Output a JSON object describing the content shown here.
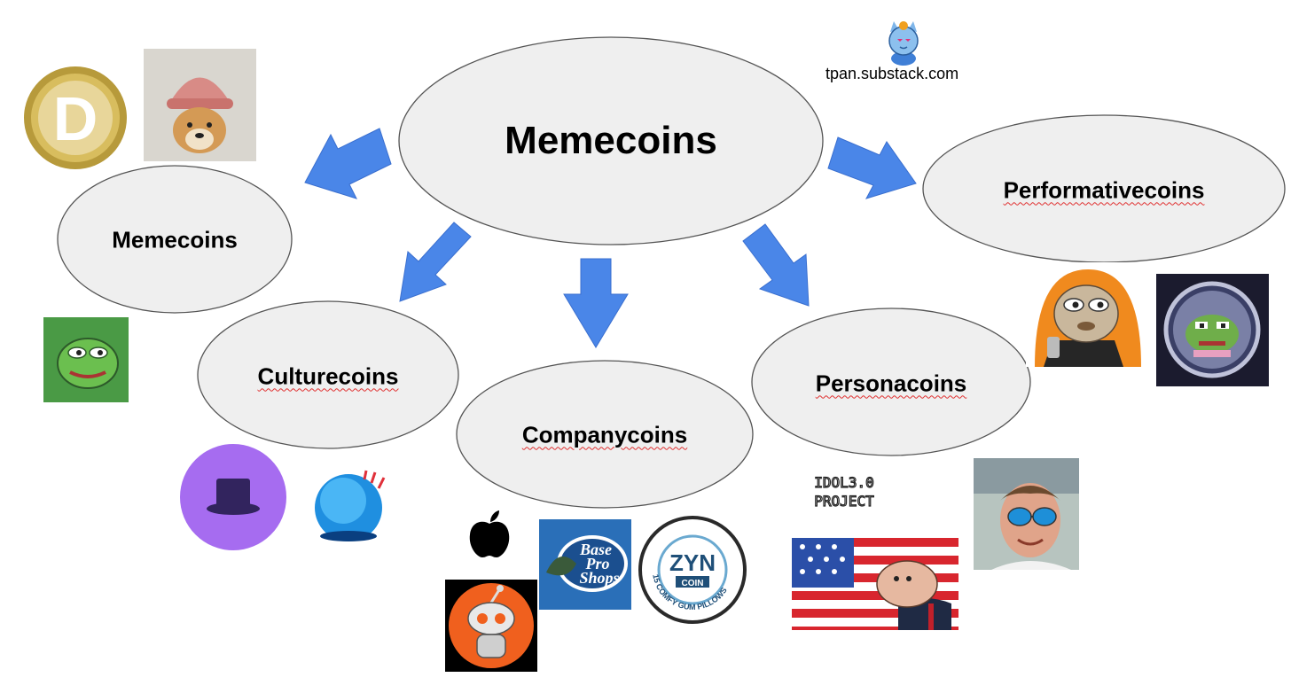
{
  "diagram": {
    "center": "Memecoins",
    "nodes": [
      {
        "id": "memecoins",
        "label": "Memecoins",
        "spellcheck_underline": false
      },
      {
        "id": "culturecoins",
        "label": "Culturecoins",
        "spellcheck_underline": true
      },
      {
        "id": "companycoins",
        "label": "Companycoins",
        "spellcheck_underline": true
      },
      {
        "id": "personacoins",
        "label": "Personacoins",
        "spellcheck_underline": true
      },
      {
        "id": "performativecoins",
        "label": "Performativecoins",
        "spellcheck_underline": true
      }
    ],
    "edges": [
      {
        "from": "center",
        "to": "memecoins"
      },
      {
        "from": "center",
        "to": "culturecoins"
      },
      {
        "from": "center",
        "to": "companycoins"
      },
      {
        "from": "center",
        "to": "personacoins"
      },
      {
        "from": "center",
        "to": "performativecoins"
      }
    ]
  },
  "watermark": "tpan.substack.com",
  "logos": {
    "doge_coin_letter": "D",
    "base_pro_shops": [
      "Base",
      "Pro",
      "Shops"
    ],
    "zyn_text": "ZYN",
    "zyn_coin": "COIN",
    "zyn_ring": "15 COMFY GUM PILLOWS",
    "idol_line1": "IDOL3.0",
    "idol_line2": "PROJECT"
  },
  "colors": {
    "arrow": "#4a86e8",
    "ellipse_fill": "#efefef",
    "ellipse_stroke": "#555555",
    "spellcheck": "#e03030"
  }
}
